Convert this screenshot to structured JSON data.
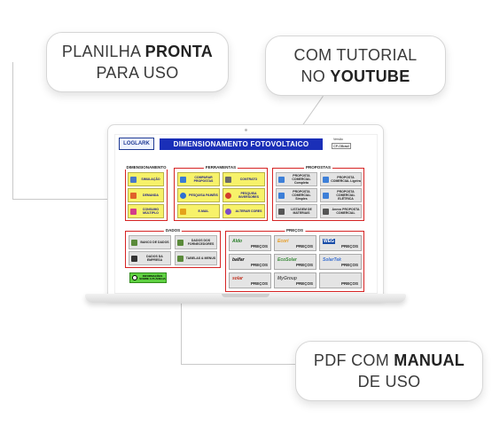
{
  "callouts": {
    "pronta": {
      "line1_normal": "PLANILHA ",
      "line1_bold": "PRONTA",
      "line2": "PARA USO"
    },
    "tutorial": {
      "line1": "COM TUTORIAL",
      "line2_normal": "NO ",
      "line2_bold": "YOUTUBE"
    },
    "manual": {
      "line1_normal": "PDF COM ",
      "line1_bold": "MANUAL",
      "line2": "DE USO"
    }
  },
  "app": {
    "logo_text": "LOGLARK",
    "title": "DIMENSIONAMENTO FOTOVOLTAICO",
    "version_label": "Versão",
    "version_value": "CP-OBrasil",
    "accent_color": "#1a2fb8",
    "section_border_color": "#d62424"
  },
  "sections": {
    "dimensionamento": {
      "title": "DIMENSIONAMENTO",
      "items": [
        {
          "label": "SIMULAÇÃO",
          "icon": "chart-icon",
          "color": "#4a78c8"
        },
        {
          "label": "DEMANDA",
          "icon": "meter-icon",
          "color": "#e0612b"
        },
        {
          "label": "CONSUMO MÚLTIPLO",
          "icon": "bars-icon",
          "color": "#d33c8a"
        }
      ]
    },
    "ferramentas": {
      "title": "FERRAMENTAS",
      "items": [
        {
          "label": "COMPARAR PROPOSTAS",
          "icon": "compare-icon",
          "color": "#3a7bd5"
        },
        {
          "label": "CONTRATO",
          "icon": "contract-icon",
          "color": "#6b6b6b"
        },
        {
          "label": "PESQUISA PAINÉIS",
          "icon": "search-panels-icon",
          "color": "#2d6fd2"
        },
        {
          "label": "PESQUISA INVERSORES",
          "icon": "search-inverters-icon",
          "color": "#d13c2c"
        },
        {
          "label": "E-MAIL",
          "icon": "email-icon",
          "color": "#e3a21a"
        },
        {
          "label": "ALTERAR CORES",
          "icon": "palette-icon",
          "color": "#7c4bc9"
        }
      ]
    },
    "propostas": {
      "title": "PROPOSTAS",
      "items": [
        {
          "label": "PROPOSTA COMERCIAL Completa",
          "icon": "doc-icon",
          "color": "#3d7fd8"
        },
        {
          "label": "PROPOSTA COMERCIAL Ligeira",
          "icon": "doc-icon",
          "color": "#3d7fd8"
        },
        {
          "label": "PROPOSTA COMERCIAL Simples",
          "icon": "doc-icon",
          "color": "#3d7fd8"
        },
        {
          "label": "PROPOSTA COMERCIAL ELÉTRICA",
          "icon": "doc-icon",
          "color": "#3d7fd8"
        },
        {
          "label": "LISTAGEM DE MATERIAIS",
          "icon": "list-icon",
          "color": "#555555"
        },
        {
          "label": "Anexo PROPOSTA COMERCIAL",
          "icon": "attachment-icon",
          "color": "#555555"
        }
      ]
    },
    "dados": {
      "title": "DADOS",
      "items": [
        {
          "label": "BANCO DE DADOS",
          "icon": "database-icon",
          "color": "#5a8a3a"
        },
        {
          "label": "DADOS DOS FORNECEDORES",
          "icon": "suppliers-icon",
          "color": "#5a8a3a"
        },
        {
          "label": "DADOS DA EMPRESA",
          "icon": "company-icon",
          "color": "#333333"
        },
        {
          "label": "TABELAS & MENUS",
          "icon": "table-icon",
          "color": "#5a8a3a"
        }
      ]
    },
    "precos": {
      "title": "PREÇOS",
      "items": [
        {
          "brand": "Aldo",
          "label": "PREÇOS",
          "brand_color": "#2a7f2a"
        },
        {
          "brand": "Ecori",
          "label": "PREÇOS",
          "brand_color": "#e89b1d"
        },
        {
          "brand": "WEG",
          "label": "PREÇOS",
          "brand_color": "#1b4ea8"
        },
        {
          "brand": "balfar",
          "label": "PREÇOS",
          "brand_color": "#111111"
        },
        {
          "brand": "EcoSolar",
          "label": "PREÇOS",
          "brand_color": "#3a8a3a"
        },
        {
          "brand": "SolarTek",
          "label": "PREÇOS",
          "brand_color": "#3a6fd0"
        },
        {
          "brand": "solar",
          "label": "PREÇOS",
          "brand_color": "#c0301f"
        },
        {
          "brand": "MyGroup",
          "label": "PREÇOS",
          "brand_color": "#555555"
        },
        {
          "brand": "",
          "label": "PREÇOS",
          "brand_color": "#555555"
        }
      ]
    },
    "info": {
      "label": "INFORMAÇÕES SOBRE A PLANILHA",
      "icon": "info-icon"
    }
  }
}
